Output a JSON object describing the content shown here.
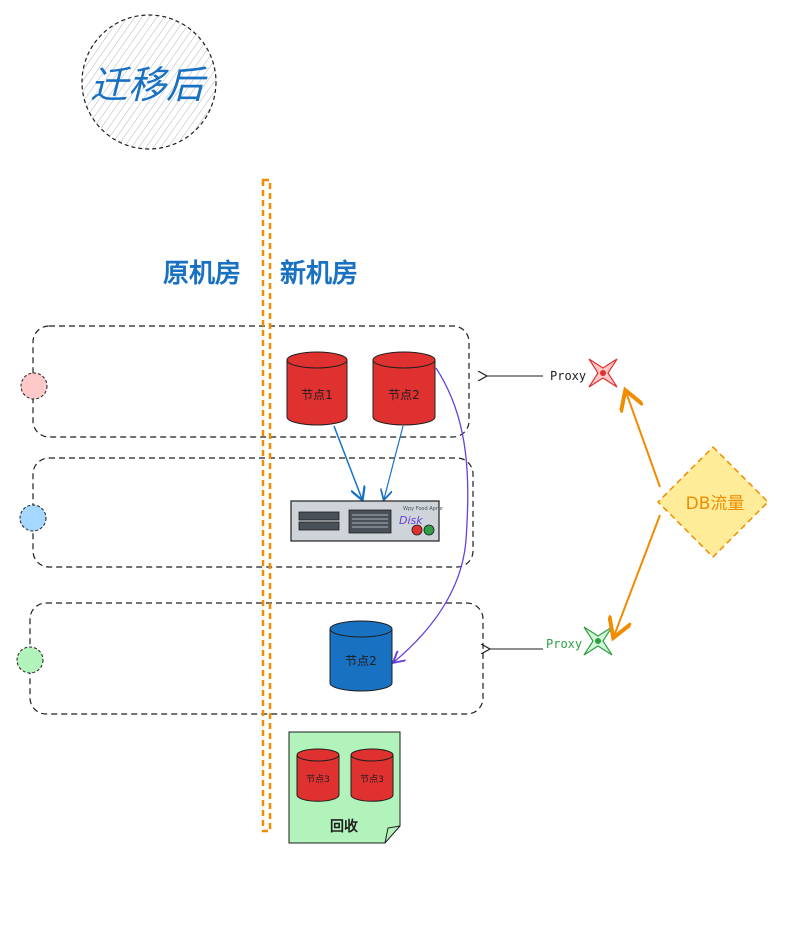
{
  "title": "迁移后",
  "labels": {
    "origin_room": "原机房",
    "new_room": "新机房"
  },
  "nodes": {
    "node1_top": "节点1",
    "node2_top": "节点2",
    "node2_bottom": "节点2",
    "node3_a": "节点3",
    "node3_b": "节点3"
  },
  "disk": {
    "label": "Disk",
    "tiny_text": "Wpy Food Aprur"
  },
  "proxies": {
    "top": "Proxy",
    "bottom": "Proxy"
  },
  "traffic": "DB流量",
  "recycle": "回收",
  "colors": {
    "red": "#e03131",
    "blue": "#1971c2",
    "orange": "#f08c00",
    "green": "#2f9e44",
    "purple": "#6741d9",
    "pink_dot": "#ffc9c9",
    "blue_dot": "#a5d8ff",
    "green_dot": "#b2f2bb",
    "diamond_fill": "#ffec99",
    "recycle_fill": "#b2f2bb"
  }
}
